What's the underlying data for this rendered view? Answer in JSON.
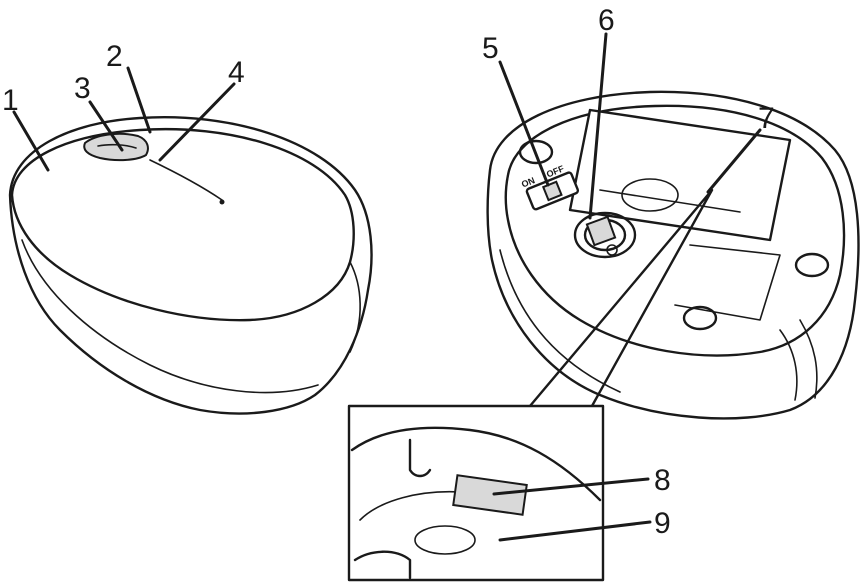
{
  "callouts": [
    {
      "id": "1",
      "label": "1"
    },
    {
      "id": "2",
      "label": "2"
    },
    {
      "id": "3",
      "label": "3"
    },
    {
      "id": "4",
      "label": "4"
    },
    {
      "id": "5",
      "label": "5"
    },
    {
      "id": "6",
      "label": "6"
    },
    {
      "id": "7",
      "label": "7"
    },
    {
      "id": "8",
      "label": "8"
    },
    {
      "id": "9",
      "label": "9"
    }
  ],
  "power_switch": {
    "on_label": "ON",
    "off_label": "OFF"
  }
}
